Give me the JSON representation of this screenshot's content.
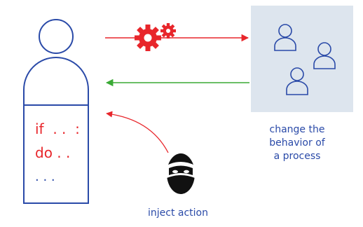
{
  "code": {
    "line1": "if  . .  :",
    "line2": "do . .",
    "line3": ". . .",
    "color_main": "#e8262b",
    "color_dots": "#2a4aa8"
  },
  "group": {
    "caption": "change the\nbehavior of\na process",
    "panel_color": "#dde5ee",
    "icon_color": "#2a4aa8"
  },
  "attacker": {
    "caption": "inject action"
  },
  "colors": {
    "person_outline": "#2a4aa8",
    "command_arrow": "#e8262b",
    "response_arrow": "#3aaa35",
    "inject_arrow": "#e8262b",
    "gear": "#e8262b",
    "text": "#2a4aa8",
    "attacker": "#111111"
  },
  "icons": [
    "user-outline-icon",
    "gears-icon",
    "users-group-icon",
    "hacker-mask-icon"
  ]
}
